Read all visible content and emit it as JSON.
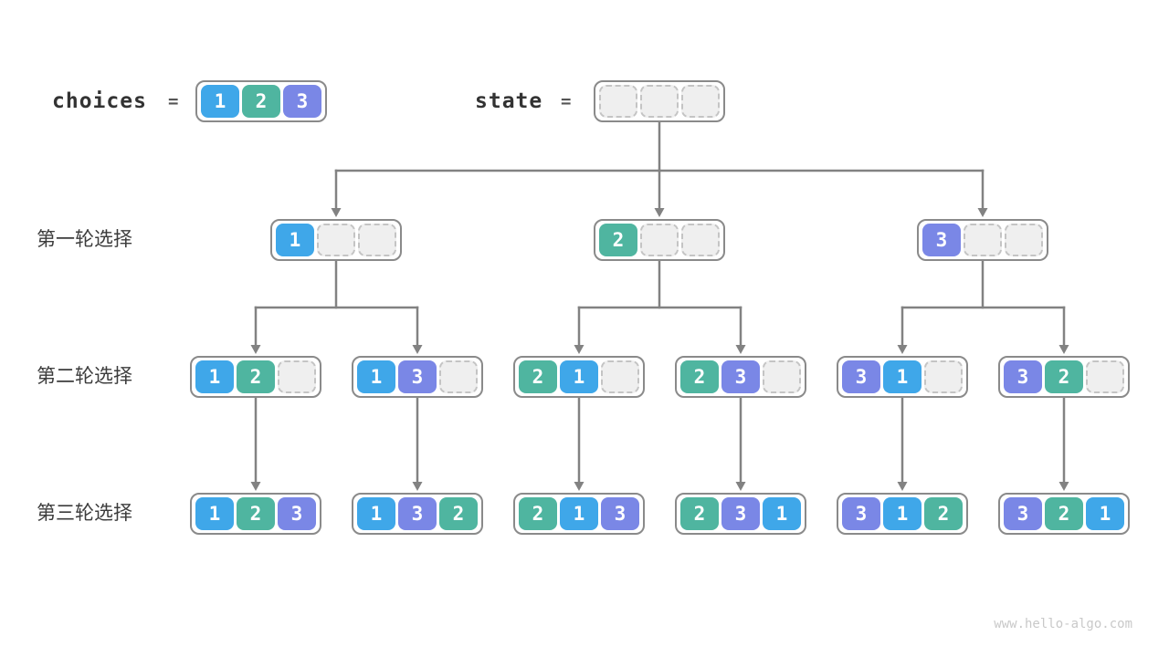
{
  "colors": {
    "choice1": "#3FA7E9",
    "choice2": "#4FB5A0",
    "choice3": "#7A87E6",
    "empty_fill": "#EFEFEF",
    "empty_border": "#C4C4C4",
    "node_border": "#8A8A8A",
    "connector": "#828282",
    "label_text": "#3C3C3C",
    "watermark_text": "#C9C9C9"
  },
  "header": {
    "choices_label": "choices",
    "choices_equals": "=",
    "choices_values": [
      1,
      2,
      3
    ],
    "state_label": "state",
    "state_equals": "=",
    "state_values": [
      null,
      null,
      null
    ]
  },
  "rounds": [
    {
      "label": "第一轮选择",
      "nodes": [
        [
          1,
          null,
          null
        ],
        [
          2,
          null,
          null
        ],
        [
          3,
          null,
          null
        ]
      ]
    },
    {
      "label": "第二轮选择",
      "nodes": [
        [
          1,
          2,
          null
        ],
        [
          1,
          3,
          null
        ],
        [
          2,
          1,
          null
        ],
        [
          2,
          3,
          null
        ],
        [
          3,
          1,
          null
        ],
        [
          3,
          2,
          null
        ]
      ]
    },
    {
      "label": "第三轮选择",
      "nodes": [
        [
          1,
          2,
          3
        ],
        [
          1,
          3,
          2
        ],
        [
          2,
          1,
          3
        ],
        [
          2,
          3,
          1
        ],
        [
          3,
          1,
          2
        ],
        [
          3,
          2,
          1
        ]
      ]
    }
  ],
  "watermark": "www.hello-algo.com"
}
